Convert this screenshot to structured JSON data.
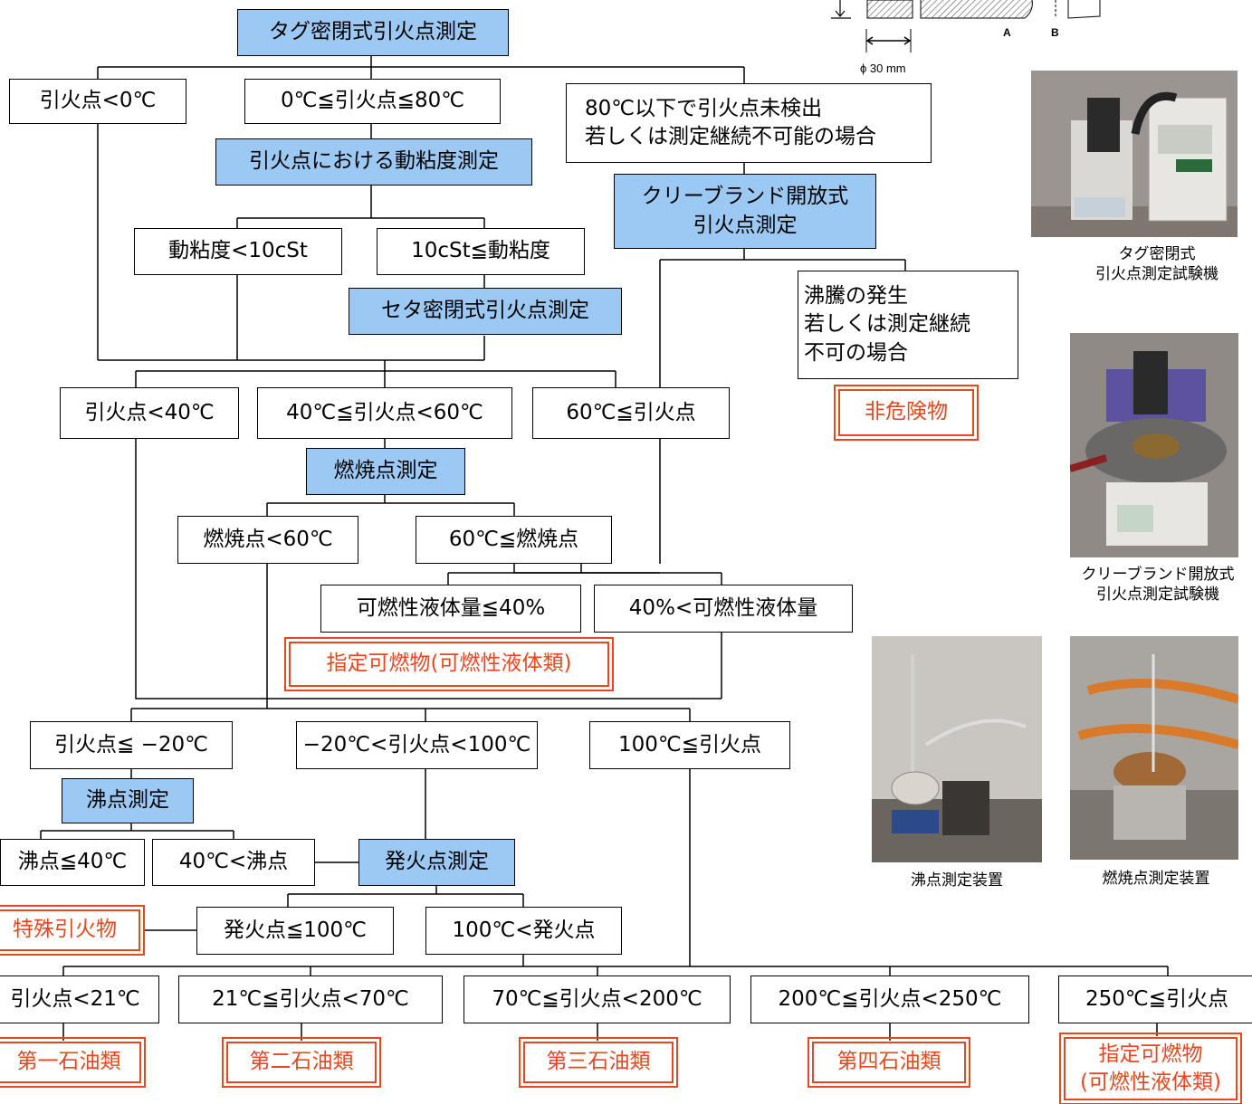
{
  "boxes": {
    "tag_measure": "タグ密閉式引火点測定",
    "fp_lt0": "引火点<0℃",
    "fp_0_80": "0℃≦引火点≦80℃",
    "fp_not_detected": "80℃以下で引火点未検出\n若しくは測定継続不可能の場合",
    "viscosity_measure": "引火点における動粘度測定",
    "cleveland_measure": "クリーブランド開放式\n引火点測定",
    "visc_lt10": "動粘度<10cSt",
    "visc_ge10": "10cSt≦動粘度",
    "seta_measure": "セタ密閉式引火点測定",
    "boiling_or_fail": "沸騰の発生\n若しくは測定継続\n不可の場合",
    "non_hazardous": "非危険物",
    "fp_lt40": "引火点<40℃",
    "fp_40_60": "40℃≦引火点<60℃",
    "fp_ge60": "60℃≦引火点",
    "fire_point_measure": "燃焼点測定",
    "fire_lt60": "燃焼点<60℃",
    "fire_ge60": "60℃≦燃焼点",
    "liquid_le40": "可燃性液体量≦40%",
    "liquid_gt40": "40%<可燃性液体量",
    "designated_combustible_1": "指定可燃物(可燃性液体類)",
    "fp_le_m20": "引火点≦ −20℃",
    "fp_m20_100": "−20℃<引火点<100℃",
    "fp_ge100": "100℃≦引火点",
    "boiling_measure": "沸点測定",
    "bp_le40": "沸点≦40℃",
    "bp_gt40": "40℃<沸点",
    "ignition_measure": "発火点測定",
    "special_flammable": "特殊引火物",
    "ign_le100": "発火点≦100℃",
    "ign_gt100": "100℃<発火点",
    "fp_lt21": "引火点<21℃",
    "fp_21_70": "21℃≦引火点<70℃",
    "fp_70_200": "70℃≦引火点<200℃",
    "fp_200_250": "200℃≦引火点<250℃",
    "fp_ge250": "250℃≦引火点",
    "petroleum_1": "第一石油類",
    "petroleum_2": "第二石油類",
    "petroleum_3": "第三石油類",
    "petroleum_4": "第四石油類",
    "designated_combustible_2": "指定可燃物\n(可燃性液体類)"
  },
  "photos": {
    "tag_caption": "タグ密閉式\n引火点測定試験機",
    "cleveland_caption": "クリーブランド開放式\n引火点測定試験機",
    "boiling_caption": "沸点測定装置",
    "fire_caption": "燃焼点測定装置"
  },
  "diagram": {
    "label_a": "A",
    "label_b": "B",
    "dimension": "ϕ 30 mm"
  },
  "colors": {
    "blue_fill": "#9cc9f3",
    "red_label": "#e8461e"
  }
}
